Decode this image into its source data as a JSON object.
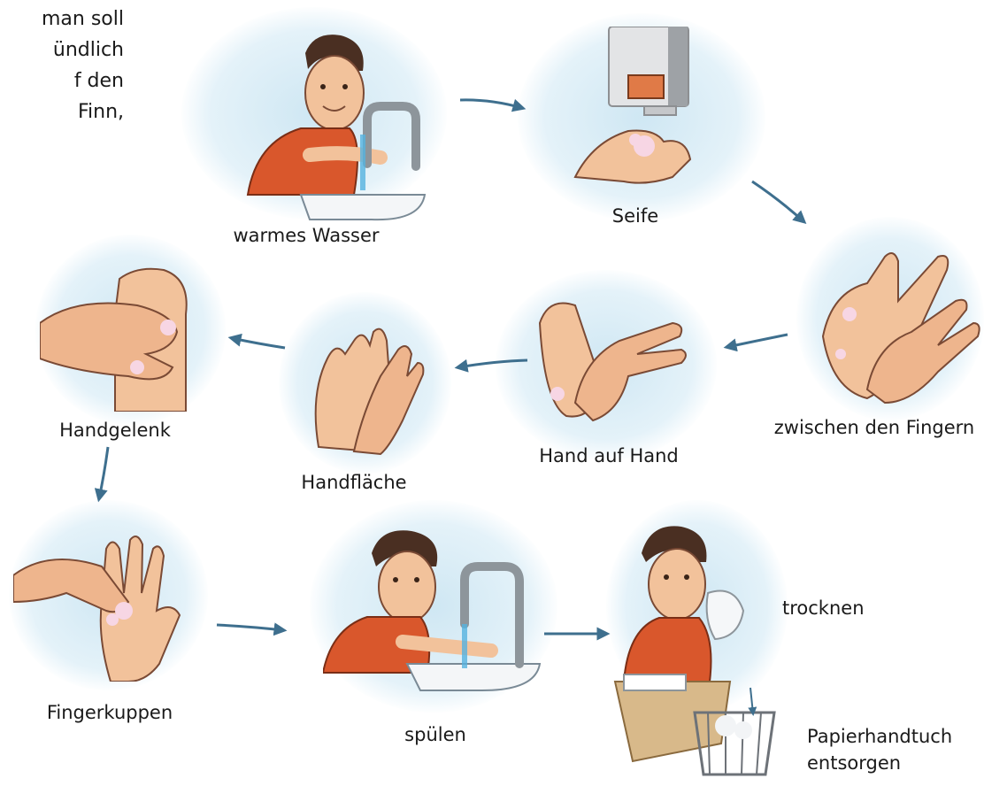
{
  "intro_lines": [
    "man soll",
    "ündlich",
    "f den",
    "Finn,"
  ],
  "steps": [
    {
      "id": "warm-water",
      "label": "warmes Wasser"
    },
    {
      "id": "soap",
      "label": "Seife"
    },
    {
      "id": "between-fingers",
      "label": "zwischen den Fingern"
    },
    {
      "id": "hand-on-hand",
      "label": "Hand auf Hand"
    },
    {
      "id": "palm",
      "label": "Handfläche"
    },
    {
      "id": "wrist",
      "label": "Handgelenk"
    },
    {
      "id": "fingertips",
      "label": "Fingerkuppen"
    },
    {
      "id": "rinse",
      "label": "spülen"
    },
    {
      "id": "dry",
      "label": "trocknen"
    },
    {
      "id": "dispose",
      "label": "Papierhandtuch entsorgen"
    }
  ],
  "dispose_lines": [
    "Papierhandtuch",
    "entsorgen"
  ],
  "colors": {
    "arrow": "#3e6f8e",
    "water_halo": "#cfe7f3",
    "skin": "#f2c29b",
    "shirt": "#d9572c",
    "hair": "#4a2f22"
  }
}
